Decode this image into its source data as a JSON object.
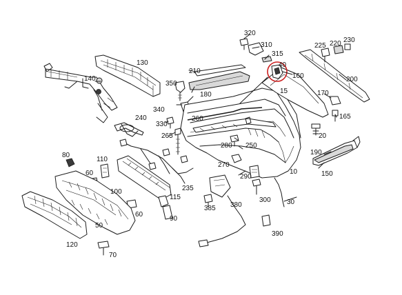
{
  "colors": {
    "line": "#1a1a1a",
    "highlight": "#cc1f1f",
    "background": "#ffffff",
    "shade": "#d9d9d9"
  },
  "labels": {
    "p10": "10",
    "p15": "15",
    "p20": "20",
    "p30": "30",
    "p40": "40",
    "p50": "50",
    "p60a": "60",
    "p60b": "60",
    "p70": "70",
    "p80": "80",
    "p90": "90",
    "p100": "100",
    "p110": "110",
    "p115": "115",
    "p120": "120",
    "p130": "130",
    "p140": "140",
    "p150": "150",
    "p160": "160",
    "p165": "165",
    "p170": "170",
    "p180": "180",
    "p190": "190",
    "p200": "200",
    "p210": "210",
    "p220": "220",
    "p225": "225",
    "p230": "230",
    "p235": "235",
    "p240": "240",
    "p250": "250",
    "p260": "260",
    "p265": "265",
    "p270": "270",
    "p280": "280",
    "p290": "290",
    "p300": "300",
    "p310": "310",
    "p315": "315",
    "p320": "320",
    "p330": "330",
    "p340": "340",
    "p350": "350",
    "p380": "380",
    "p385": "385",
    "p390": "390"
  }
}
